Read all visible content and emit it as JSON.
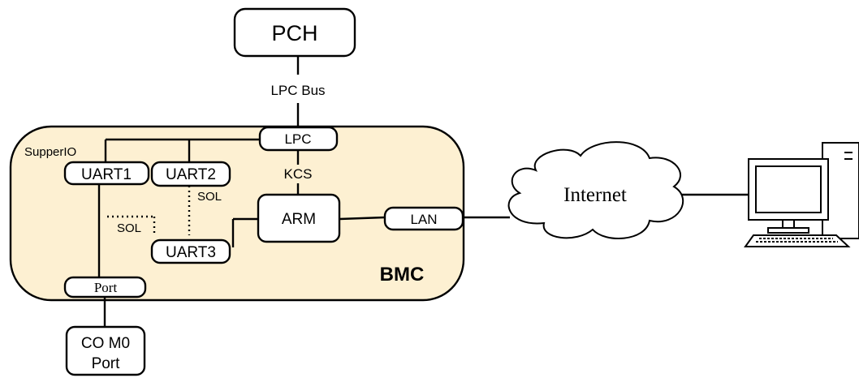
{
  "pch": "PCH",
  "lpc_bus": "LPC Bus",
  "supperio": "SupperIO",
  "lpc": "LPC",
  "uart1": "UART1",
  "uart2": "UART2",
  "uart3": "UART3",
  "kcs": "KCS",
  "sol_1": "SOL",
  "sol_2": "SOL",
  "arm": "ARM",
  "lan": "LAN",
  "bmc": "BMC",
  "port": "Port",
  "com0_line1": "CO M0",
  "com0_line2": "Port",
  "internet": "Internet",
  "colors": {
    "bmc_fill": "#fdf0d2",
    "cloud_text": "#5a3a3a"
  },
  "icons": {
    "computer": "computer-icon",
    "cloud": "cloud-icon"
  }
}
